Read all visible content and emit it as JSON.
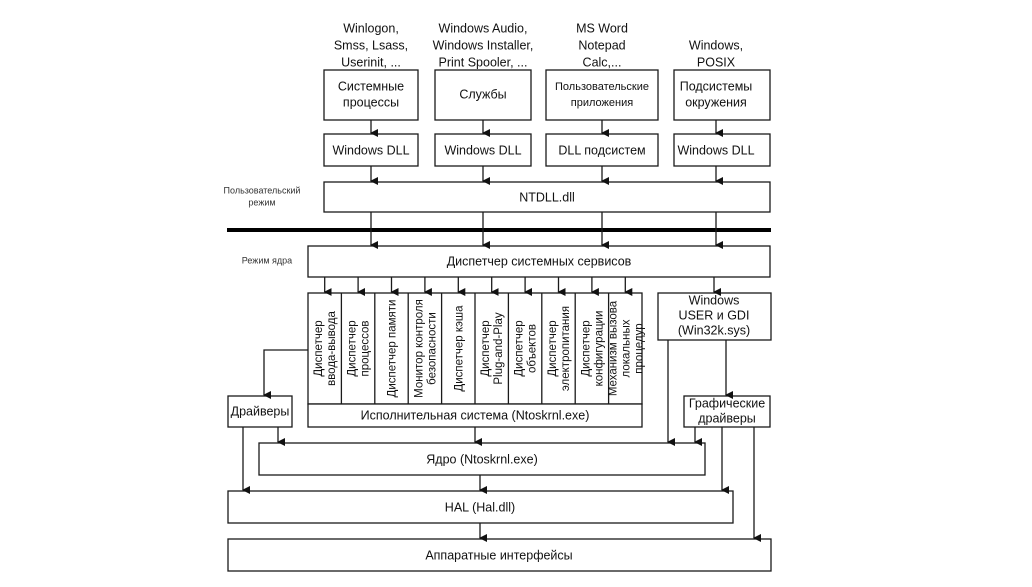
{
  "diagram": {
    "user_mode_label": [
      "Пользовательский",
      "режим"
    ],
    "kernel_mode_label": "Режим ядра",
    "top_examples": [
      [
        "Winlogon,",
        "Smss, Lsass,",
        "Userinit,  ..."
      ],
      [
        "Windows Audio,",
        "Windows Installer,",
        "Print Spooler, ..."
      ],
      [
        "MS Word",
        "Notepad",
        "Calc,..."
      ],
      [
        "Windows,",
        "POSIX"
      ]
    ],
    "process_boxes": [
      [
        "Системные",
        "процессы"
      ],
      [
        "Службы"
      ],
      [
        "Пользовательские",
        "приложения"
      ],
      [
        "Подсистемы",
        "окружения"
      ]
    ],
    "dll_boxes": [
      "Windows DLL",
      "Windows DLL",
      "DLL подсистем",
      "Windows DLL"
    ],
    "ntdll": "NTDLL.dll",
    "system_service_dispatcher": "Диспетчер системных сервисов",
    "executive_components": [
      [
        "Диспетчер",
        "ввода-вывода"
      ],
      [
        "Диспетчер",
        "процессов"
      ],
      [
        "Диспетчер памяти"
      ],
      [
        "Монитор контроля",
        "безопасности"
      ],
      [
        "Диспетчер кэша"
      ],
      [
        "Диспетчер",
        "Plug-and-Play"
      ],
      [
        "Диспетчер",
        "объектов"
      ],
      [
        "Диспетчер",
        "электропитания"
      ],
      [
        "Диспетчер",
        "конфигурации"
      ],
      [
        "Механизм вызова",
        "локальных",
        "процедур"
      ]
    ],
    "executive": "Исполнительная система (Ntoskrnl.exe)",
    "win32k": [
      "Windows",
      "USER и GDI",
      "(Win32k.sys)"
    ],
    "drivers": "Драйверы",
    "graphics_drivers": [
      "Графические",
      "драйверы"
    ],
    "kernel": "Ядро (Ntoskrnl.exe)",
    "hal": "HAL (Hal.dll)",
    "hardware": "Аппаратные интерфейсы"
  }
}
